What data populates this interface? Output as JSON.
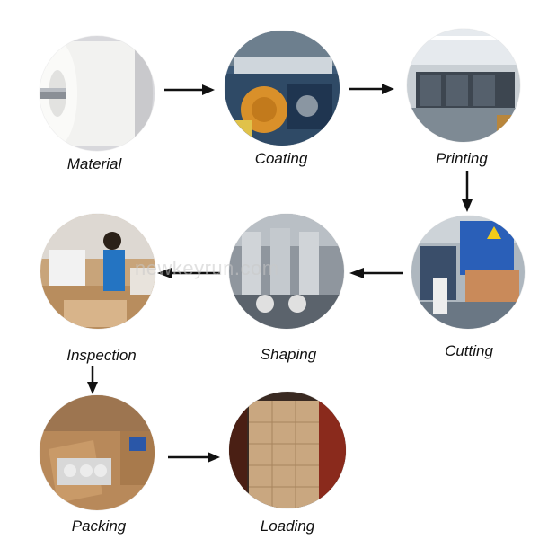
{
  "steps": {
    "material": {
      "label": "Material",
      "icon": "paper-roll-photo"
    },
    "coating": {
      "label": "Coating",
      "icon": "coating-machine-photo"
    },
    "printing": {
      "label": "Printing",
      "icon": "printing-press-photo"
    },
    "cutting": {
      "label": "Cutting",
      "icon": "cutting-machine-photo"
    },
    "shaping": {
      "label": "Shaping",
      "icon": "cup-forming-machine-photo"
    },
    "inspection": {
      "label": "Inspection",
      "icon": "worker-inspection-photo"
    },
    "packing": {
      "label": "Packing",
      "icon": "cardboard-box-cups-photo"
    },
    "loading": {
      "label": "Loading",
      "icon": "container-loading-photo"
    }
  },
  "watermark": "newkeyrun.com",
  "colors": {
    "arrow": "#111111",
    "label": "#111111"
  }
}
